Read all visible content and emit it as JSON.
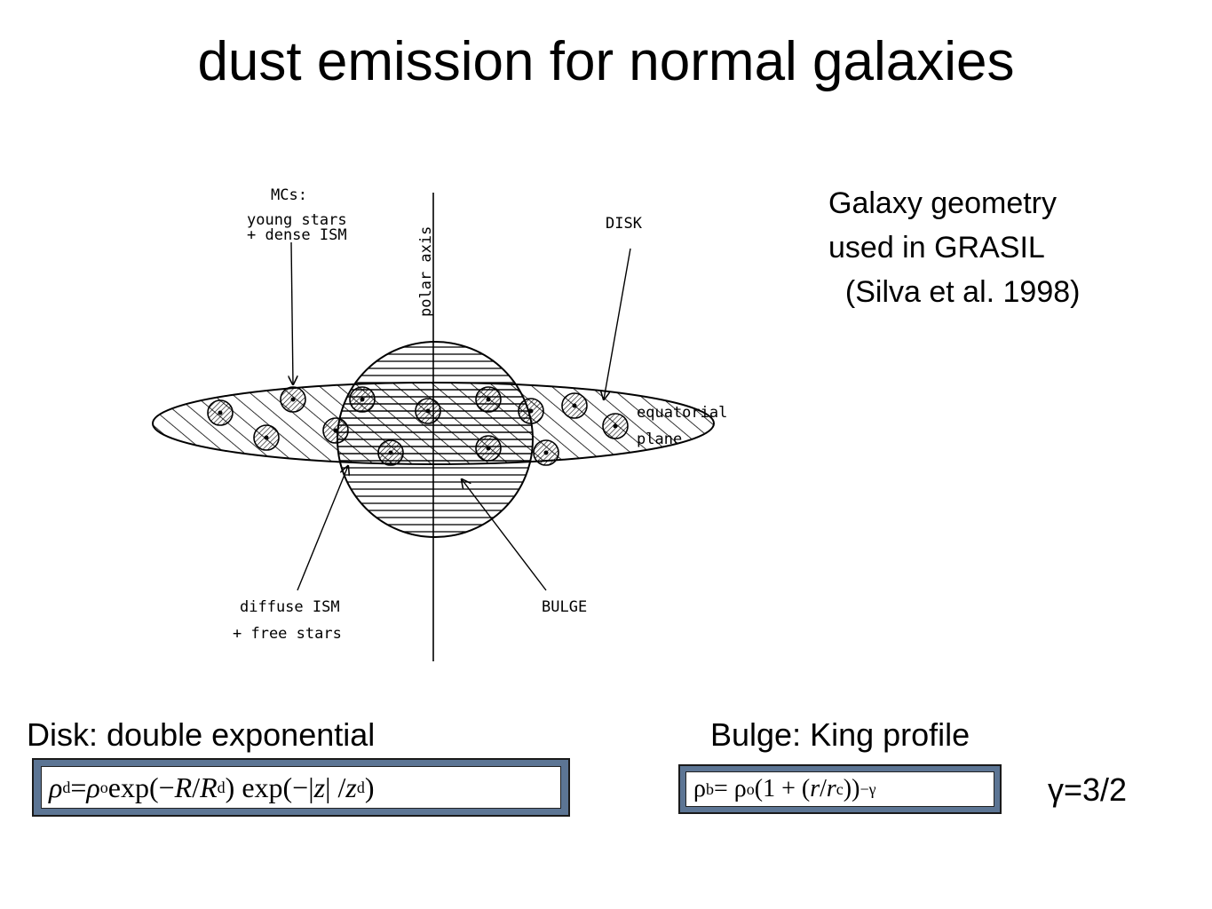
{
  "title": "dust emission for normal galaxies",
  "caption": {
    "line1": "Galaxy geometry",
    "line2": "used in GRASIL",
    "line3": "  (Silva et al. 1998)"
  },
  "diagram_labels": {
    "mcs": "MCs:",
    "young_stars": "young stars",
    "dense_ism": "+ dense ISM",
    "polar_axis": "polar axis",
    "disk": "DISK",
    "equatorial": "equatorial",
    "plane": "plane",
    "diffuse_ism": "diffuse ISM",
    "free_stars": "+ free stars",
    "bulge": "BULGE"
  },
  "disk": {
    "label": "Disk: double exponential",
    "formula": {
      "rho": "ρ",
      "d": "d",
      "eq": "= ",
      "o": "o",
      "exp1": " exp(−",
      "R": "R",
      "slash1": " / ",
      "Rd": "R",
      "close1": ") exp(−|",
      "z": "z",
      "slash2": "| / ",
      "zd": "z",
      "close2": ")"
    }
  },
  "bulge": {
    "label": "Bulge: King profile",
    "formula": {
      "rho": "ρ",
      "b": "b",
      "eq": " = ρ",
      "o": "o",
      "mid": " (1 + (",
      "r": "r",
      "slash": " / ",
      "rc": "r",
      "c": "c",
      "close": "))",
      "exp": "−γ"
    },
    "gamma": "γ=3/2"
  },
  "colors": {
    "formula_frame": "#5c7594"
  }
}
